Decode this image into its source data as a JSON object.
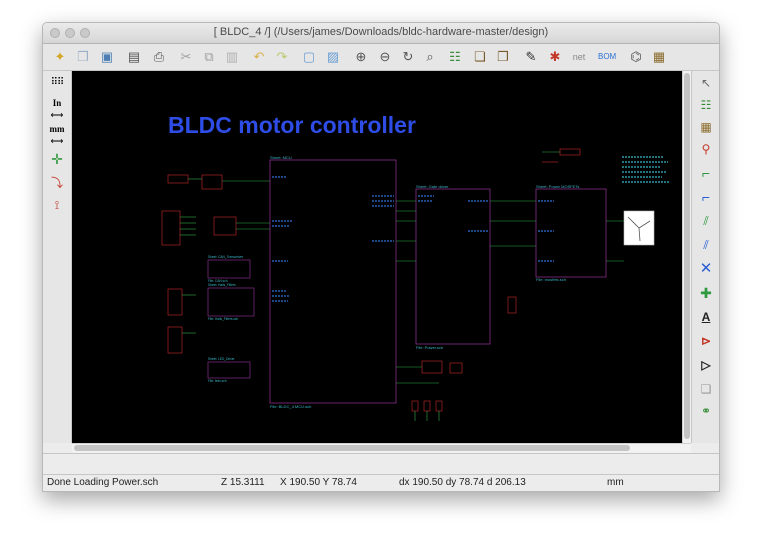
{
  "window": {
    "title": "[ BLDC_4 /] (/Users/james/Downloads/bldc-hardware-master/design)"
  },
  "toolbar_icons": [
    "new-sheet-icon",
    "open-sheet-icon",
    "save-icon",
    "page-settings-icon",
    "print-icon",
    "cut-icon",
    "copy-icon",
    "paste-icon",
    "undo-icon",
    "redo-icon",
    "find-icon",
    "find-replace-icon",
    "zoom-in-icon",
    "zoom-out-icon",
    "redraw-icon",
    "zoom-fit-icon",
    "hierarchy-icon",
    "library-editor-icon",
    "library-browser-icon",
    "annotate-icon",
    "erc-icon",
    "netlist-icon",
    "bom-icon",
    "cvpcb-icon",
    "pcbnew-icon"
  ],
  "left_tools": {
    "grid": "grid-icon",
    "inch_label": "In",
    "mm_label": "mm",
    "cursor": "cursor-shape-icon",
    "hidden_pins": "hidden-pins-icon",
    "bus_wire": "bus-wire-entry-icon"
  },
  "right_tools": [
    "select-arrow-icon",
    "hierarchy-nav-icon",
    "add-component-icon",
    "add-power-icon",
    "add-wire-icon",
    "add-bus-icon",
    "wire-to-bus-entry-icon",
    "bus-to-bus-entry-icon",
    "no-connect-icon",
    "junction-icon",
    "net-label-icon",
    "global-label-icon",
    "hierarchical-label-icon",
    "add-sheet-icon",
    "import-sheet-pin-icon"
  ],
  "schematic": {
    "title": "BLDC motor controller",
    "sheets": [
      {
        "label": "Sheet: MCU",
        "file": "File: BLDC_4 MCU.sch"
      },
      {
        "label": "Sheet: Gate driver",
        "file": "File: Power.sch"
      },
      {
        "label": "Sheet: Power MOSFETs",
        "file": "File: mosfets.sch"
      }
    ],
    "small_labels": [
      "Sheet: Halls_Filters",
      "File: Halls_Filters.sch",
      "Sheet: CAN_Transceiver",
      "File: CAN.sch",
      "Sheet: LED_Driver",
      "File: leds.sch"
    ]
  },
  "status": {
    "message": "Done Loading Power.sch",
    "zoom": "Z 15.3111",
    "xy": "X 190.50  Y 78.74",
    "delta": "dx 190.50  dy 78.74  d 206.13",
    "units": "mm"
  },
  "colors": {
    "canvas_bg": "#000000",
    "title_blue": "#2e4de6",
    "sheet_border": "#8a2f8a",
    "wire": "#2fae47",
    "label_cyan": "#39b7c6",
    "red": "#cc2a2a"
  }
}
